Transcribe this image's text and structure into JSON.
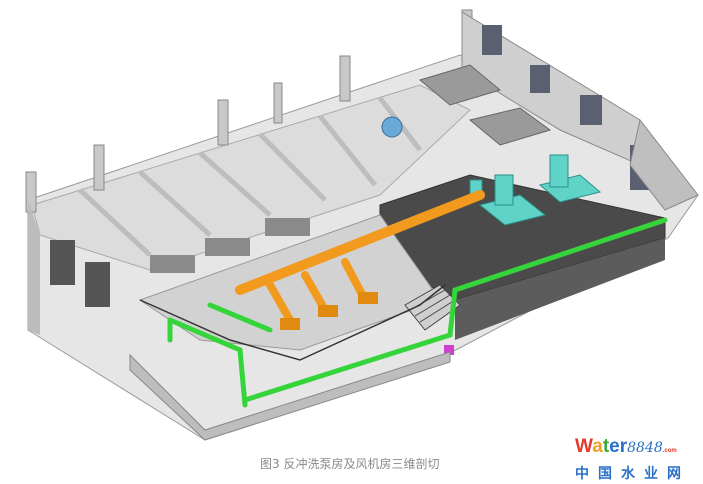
{
  "figure": {
    "caption": "图3 反冲洗泵房及风机房三维剖切"
  },
  "watermark": {
    "word_w": "W",
    "word_a": "a",
    "word_t": "t",
    "word_er": "er",
    "number": "8848",
    "domain": ".com",
    "chinese": "中国水业网"
  },
  "colors": {
    "pipe_orange": "#f29a1e",
    "pipe_green": "#35d43a",
    "fan_teal": "#5fd3c8",
    "floor_dark": "#4a4a4a",
    "concrete": "#d9d9d9"
  }
}
